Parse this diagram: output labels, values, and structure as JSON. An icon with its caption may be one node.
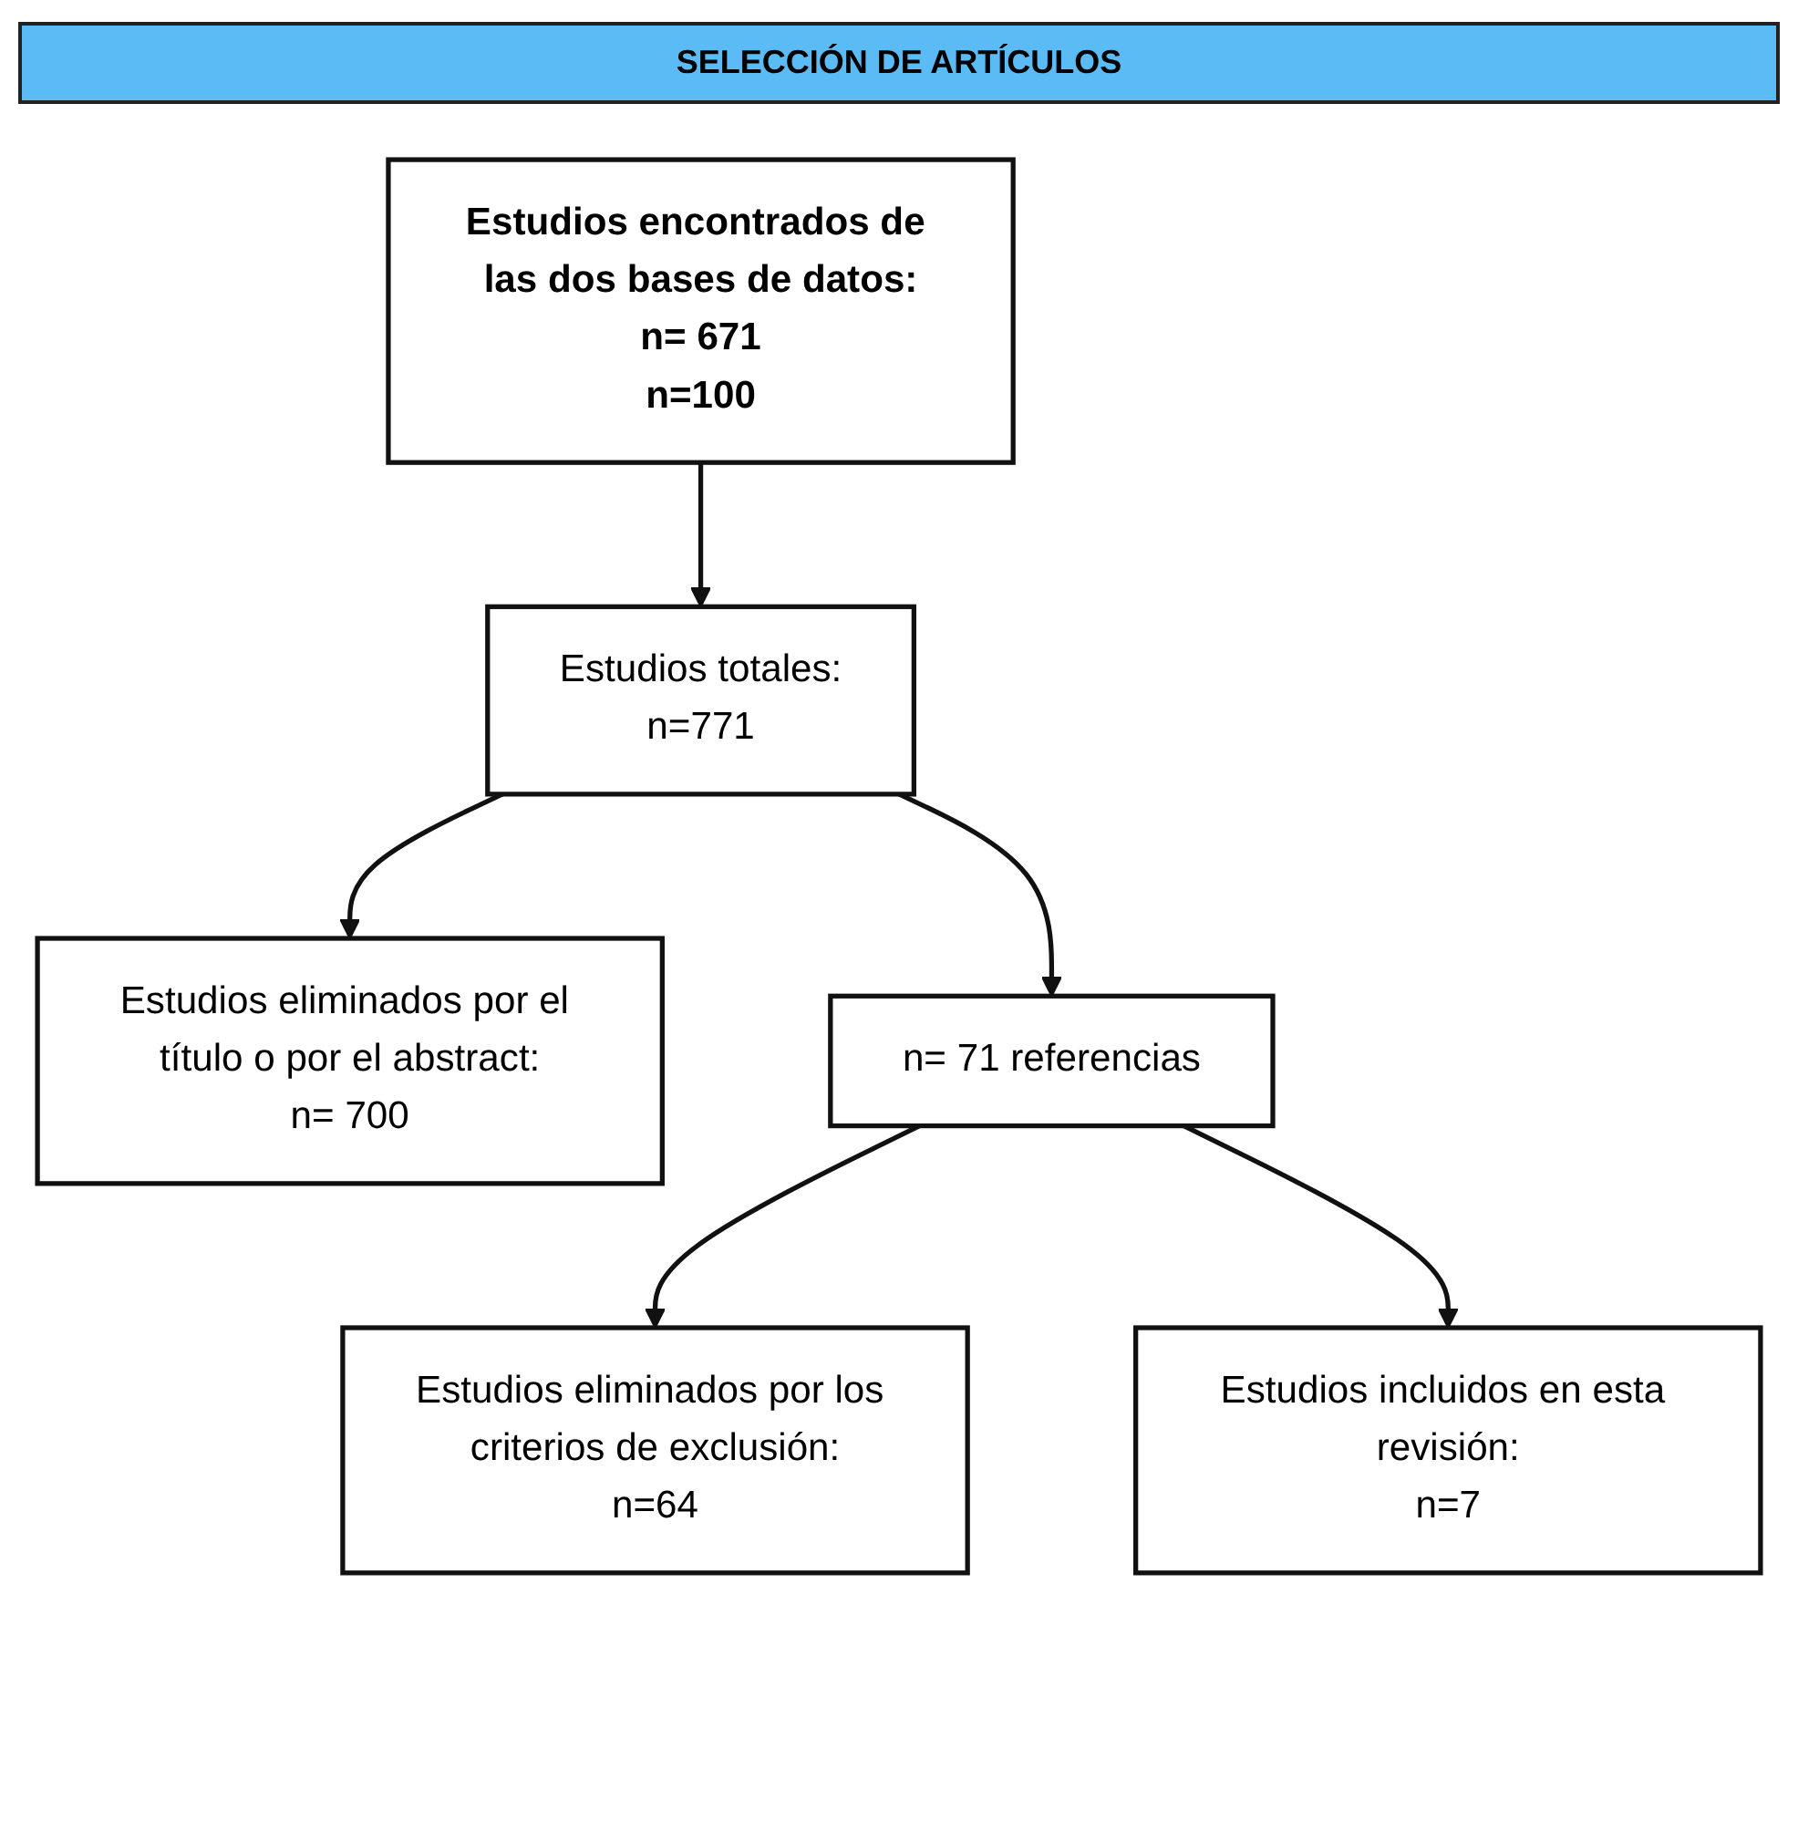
{
  "diagram": {
    "title": "SELECCIÓN DE ARTÍCULOS",
    "nodes": [
      {
        "text": [
          "Estudios encontrados de las dos bases de datos:",
          "n= 671",
          "n=100"
        ]
      },
      {
        "text": [
          "Estudios totales:",
          "n=771"
        ]
      },
      {
        "text": [
          "Estudios eliminados por el título o por el abstract:",
          "n= 700"
        ]
      },
      {
        "text": [
          "n= 71 referencias"
        ]
      },
      {
        "text": [
          "Estudios eliminados por los criterios de exclusión:",
          "n=64"
        ]
      },
      {
        "text": [
          "Estudios incluidos en esta revisión:",
          "n=7"
        ]
      }
    ],
    "edges": [
      {
        "from": 0,
        "to": 1,
        "arrow": "to"
      },
      {
        "from": 1,
        "to": 2,
        "arrow": "to"
      },
      {
        "from": 1,
        "to": 3,
        "arrow": "to"
      },
      {
        "from": 3,
        "to": 4,
        "arrow": "to"
      },
      {
        "from": 3,
        "to": 5,
        "arrow": "to"
      }
    ]
  }
}
